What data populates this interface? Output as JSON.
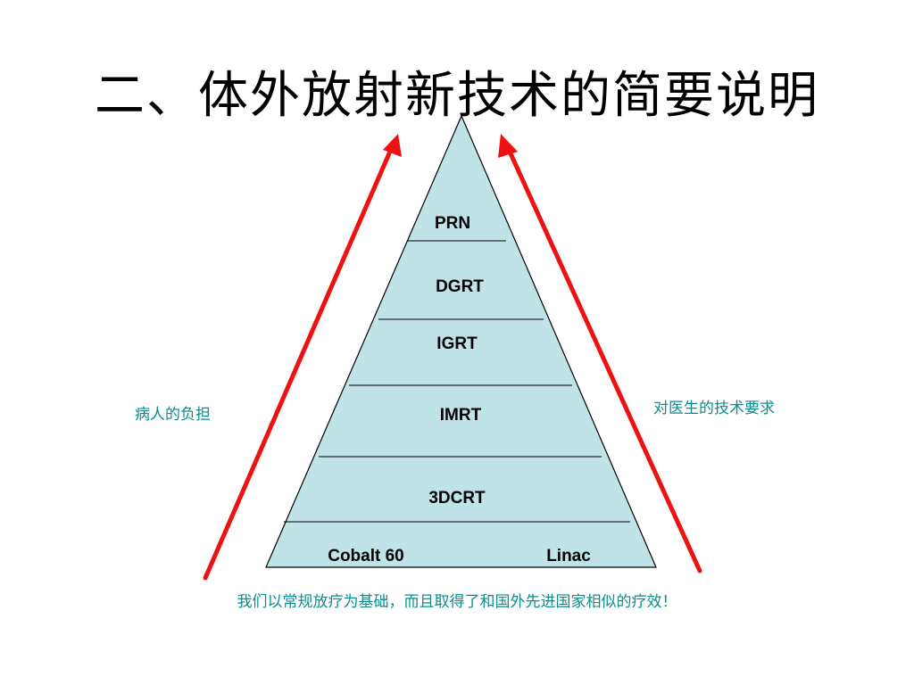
{
  "slide": {
    "title": "二、体外放射新技术的简要说明",
    "left_label": "病人的负担",
    "right_label": "对医生的技术要求",
    "footer": "我们以常规放疗为基础，而且取得了和国外先进国家相似的疗效！"
  },
  "pyramid": {
    "layers": [
      "PRN",
      "DGRT",
      "IGRT",
      "IMRT",
      "3DCRT"
    ],
    "base_left": "Cobalt 60",
    "base_right": "Linac",
    "fill_color": "#bfe3e6",
    "arrow_color": "#ee1111"
  }
}
